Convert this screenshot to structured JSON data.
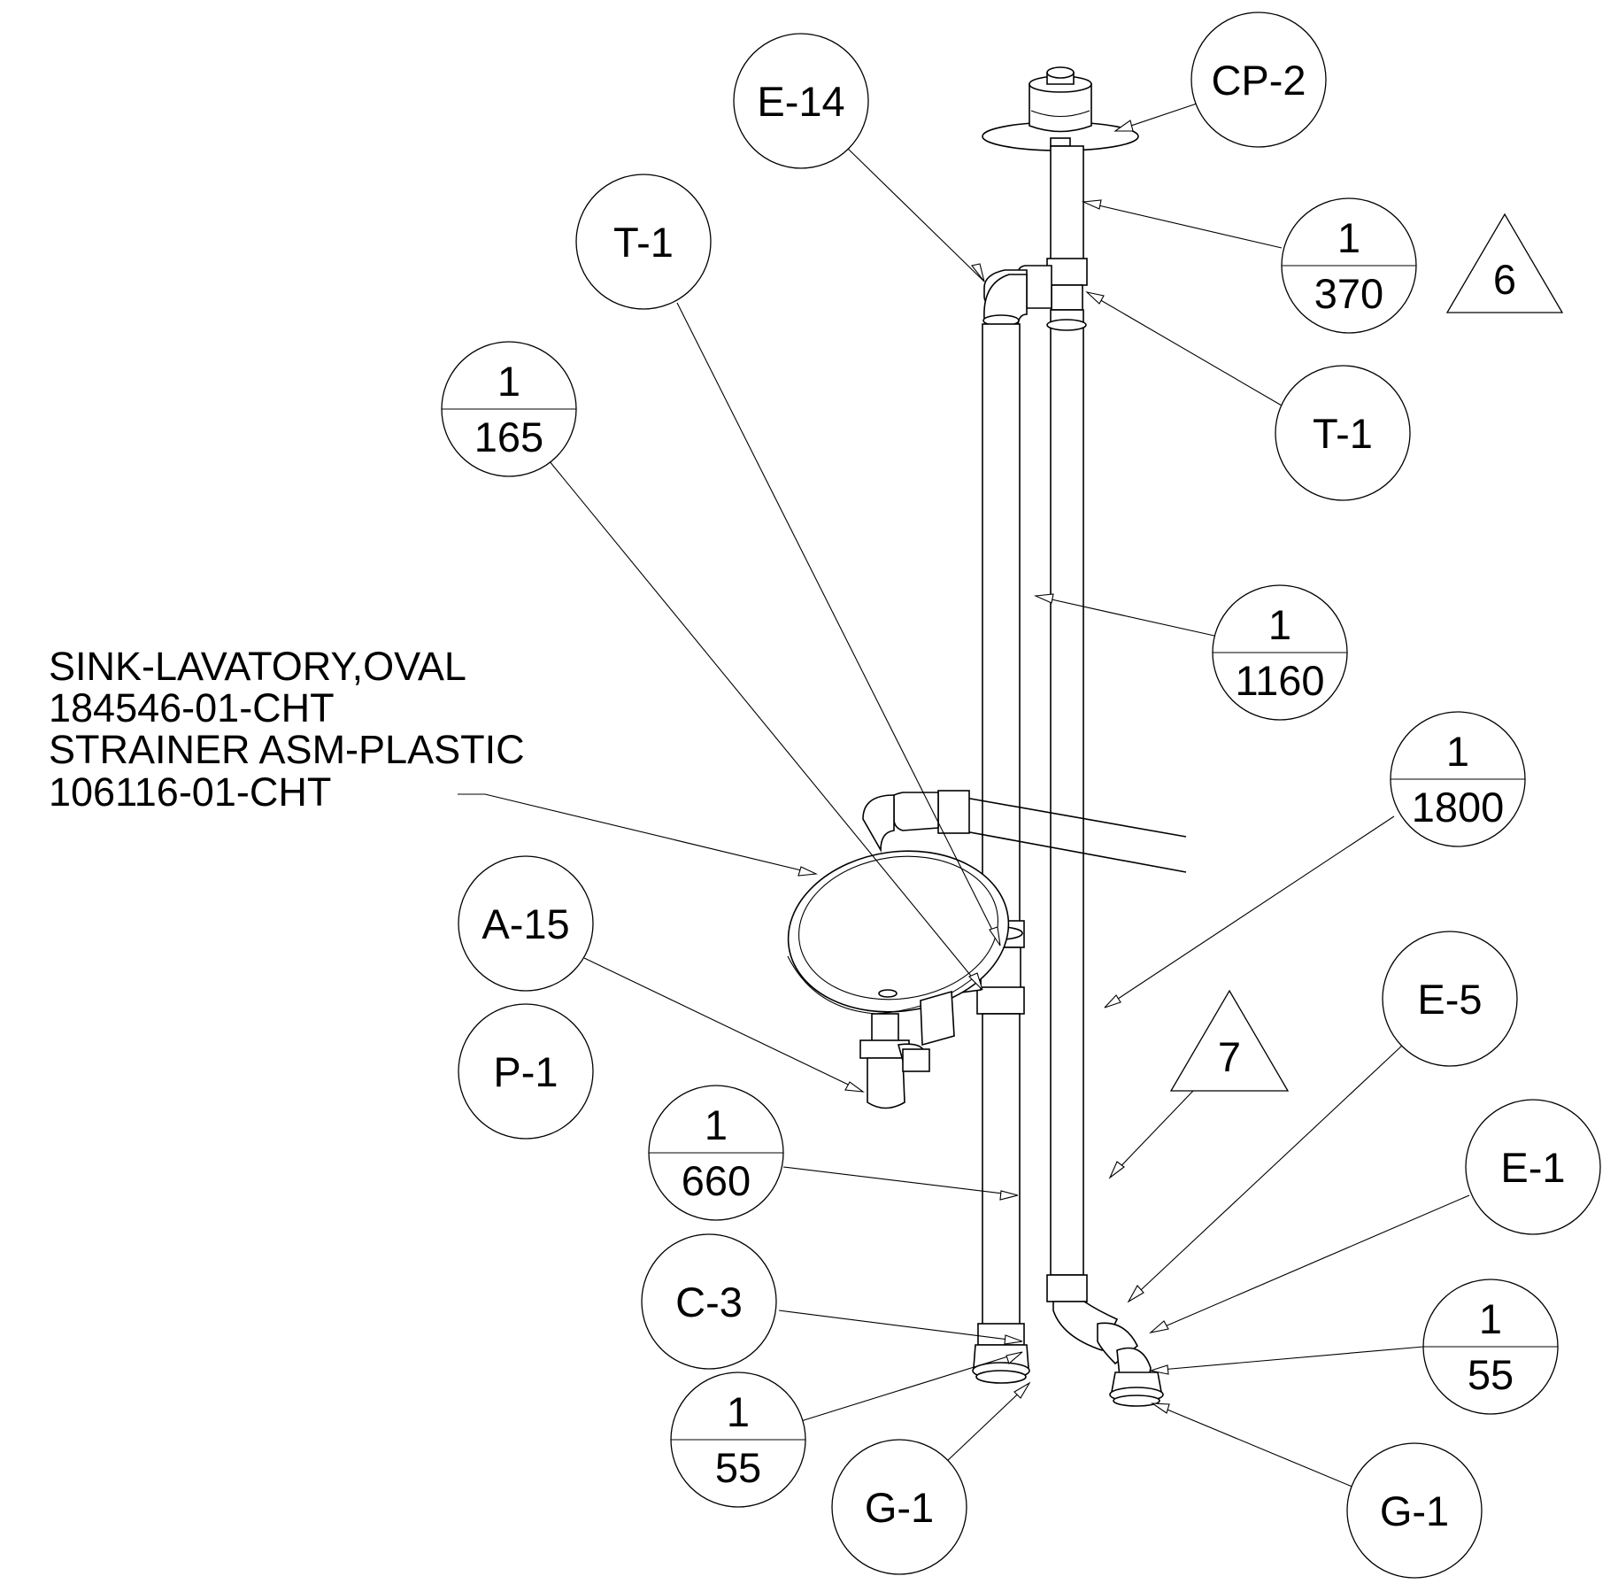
{
  "part_note": {
    "lines": [
      "SINK-LAVATORY,OVAL",
      "184546-01-CHT",
      "STRAINER ASM-PLASTIC",
      "106116-01-CHT"
    ]
  },
  "balloons": {
    "e14": {
      "label": "E-14"
    },
    "cp2": {
      "label": "CP-2"
    },
    "t1_upper_left": {
      "label": "T-1"
    },
    "t1_right": {
      "label": "T-1"
    },
    "a15": {
      "label": "A-15"
    },
    "p1": {
      "label": "P-1"
    },
    "c3": {
      "label": "C-3"
    },
    "g1_left": {
      "label": "G-1"
    },
    "g1_right": {
      "label": "G-1"
    },
    "e5": {
      "label": "E-5"
    },
    "e1": {
      "label": "E-1"
    }
  },
  "qty_balloons": {
    "b370": {
      "qty": "1",
      "length": "370"
    },
    "b165": {
      "qty": "1",
      "length": "165"
    },
    "b1160": {
      "qty": "1",
      "length": "1160"
    },
    "b1800": {
      "qty": "1",
      "length": "1800"
    },
    "b660": {
      "qty": "1",
      "length": "660"
    },
    "b55_left": {
      "qty": "1",
      "length": "55"
    },
    "b55_right": {
      "qty": "1",
      "length": "55"
    }
  },
  "revision_triangles": {
    "tri6": {
      "label": "6"
    },
    "tri7": {
      "label": "7"
    }
  }
}
